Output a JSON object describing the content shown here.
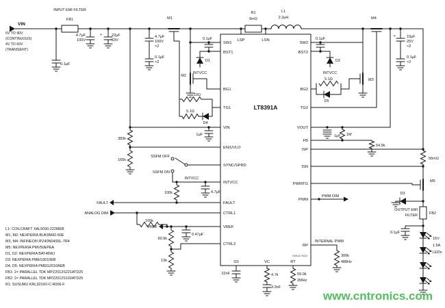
{
  "ic": {
    "name": "LT8391A",
    "note": "8391A TA02",
    "pins": {
      "sw1": "SW1",
      "lsp": "LSP",
      "lsn": "LSN",
      "sw2": "SW2",
      "bst1": "BST1",
      "bst2": "BST2",
      "bg1": "BG1",
      "bg2": "BG2",
      "tg1": "TG1",
      "tg2": "TG2",
      "vin": "VIN",
      "vout": "VOUT",
      "en": "EN/UVLO",
      "fb": "FB",
      "sync": "SYNC/SPRD",
      "isp": "ISP",
      "intvcc": "INTVCC",
      "isn": "ISN",
      "fault": "FAULT",
      "pwmtg": "PWMTG",
      "ctrl1": "CTRL1",
      "pwm": "PWM",
      "vref": "VREF",
      "rp": "RP",
      "ctrl2": "CTRL2",
      "ss": "SS",
      "vc": "VC",
      "rt": "RT"
    }
  },
  "input": {
    "vin": "VIN",
    "range": [
      "6V TO 40V",
      "(CONTINUOUS)",
      "4V TO 60V",
      "(TRANSIENT)"
    ],
    "emi_title": "INPUT EMI FILTER",
    "fb1": "FB1",
    "c1": "0.1μF",
    "c2": [
      "4.7μF",
      "100V"
    ],
    "plus": "+",
    "c3": [
      "22μF",
      "63V"
    ],
    "c4": [
      "4.7μF",
      "100V",
      "×2"
    ],
    "c5": [
      "0.1μF",
      "×2"
    ]
  },
  "power": {
    "m1": "M1",
    "m2": "M2",
    "m3": "M3",
    "m4": "M4",
    "r1": "R1",
    "r1v": "6mΩ",
    "l1": "L1",
    "l1v": "2.2μH",
    "cbst1": "0.1μF",
    "cbst2": "0.1μF",
    "d1": "D1",
    "d2": "D2",
    "intvcc_l": "INTVCC",
    "intvcc_r": "INTVCC",
    "r10": "10Ω",
    "r51l": "5.1Ω",
    "d4": "D4",
    "r51r": "5.1Ω",
    "d5": "D5"
  },
  "output": {
    "plus": "+",
    "c1": [
      "10μF",
      "25V",
      "×2"
    ],
    "c2": [
      "0.1μF",
      "×2"
    ]
  },
  "left": {
    "r383": "383k",
    "r165": "165k",
    "c_vin": "1μF",
    "ssfm_off": "SSFM OFF",
    "ssfm_on": "SSFM ON",
    "intvcc": "INTVCC",
    "c_intvcc": "4.7μF",
    "r_pullup": "100k",
    "fault": "FAULT",
    "analog_dim": "ANALOG DIM",
    "r_ctrl": "100k",
    "vref": "VREF",
    "c_vref": "0.47μF",
    "r909": "90.9k",
    "r13": "13k"
  },
  "right": {
    "c_vout": "1μF",
    "r1m": "1M",
    "r549": "54.9k",
    "rsense": "56mΩ",
    "m5": "M5",
    "d3": "D3",
    "fb2": "FB2",
    "emi": [
      "OUTPUT EMI",
      "FILTER"
    ],
    "c_emi": "0.1μF",
    "led": [
      "16V",
      "1.5A",
      "LEDs"
    ],
    "pwm_dim": "PWM DIM",
    "internal_pwm": "INTERNAL PWM",
    "r300": "300k",
    "f300": "488Hz"
  },
  "bottom": {
    "c_ss": "22nF",
    "r_vc": "4.7k",
    "c_vc": "3.3nF",
    "r_rt": "59.0k",
    "f_rt": "2MHz"
  },
  "legend": [
    "L1: COILCRAFT XAL5030-222MEB",
    "M1, M2: NEXPERIA BUK9M42-60E",
    "M3, M4: INFINEON IPZ40N04S5L-7R4",
    "M5: NEXPERIA PMV50EPEA",
    "D1, D2: NEXPERIA BAT46WJ",
    "D3: NEXPERIA PMEG3010EB",
    "D4, D5: NEXPERIA PMEG2010AEB",
    "FB1: 2× PARALLEL TDK MPZ2012S221ATD25",
    "FB2: 2× PARALLEL TDK MPZ2012S102ATD25",
    "R1: SUSUMU KRL3216D-C-R006-F"
  ],
  "watermark": "www.cntronics.com"
}
